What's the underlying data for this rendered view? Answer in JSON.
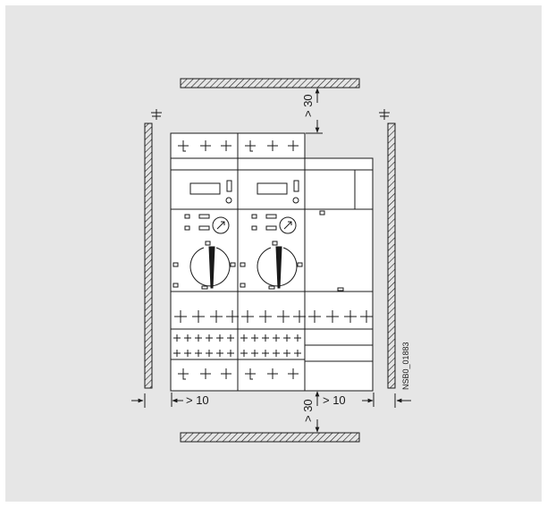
{
  "diagram": {
    "labels": {
      "top_clearance": "> 30",
      "bottom_clearance": "> 30",
      "left_clearance": "> 10",
      "right_clearance": "> 10",
      "drawing_id": "NSB0_01883"
    },
    "colors": {
      "background": "#e6e6e6",
      "line": "#1a1a1a",
      "device_fill": "#ffffff"
    }
  }
}
